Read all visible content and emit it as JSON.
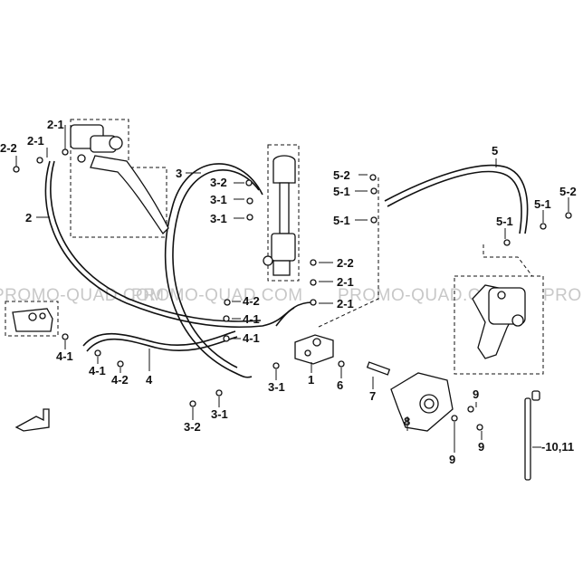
{
  "watermark": [
    "PROMO-QUAD.COM",
    "PROMO-QUAD.COM",
    "PROMO-QUAD.COM",
    "PRO"
  ],
  "callouts": {
    "c_2_1_a": "2-1",
    "c_2_2_a": "2-2",
    "c_2_1_b": "2-1",
    "c_2": "2",
    "c_3": "3",
    "c_3_2_a": "3-2",
    "c_3_1_a": "3-1",
    "c_3_1_b": "3-1",
    "c_5": "5",
    "c_5_2_a": "5-2",
    "c_5_1_a": "5-1",
    "c_5_1_b": "5-1",
    "c_5_1_c": "5-1",
    "c_5_1_d": "5-1",
    "c_5_2_b": "5-2",
    "c_2_2_b": "2-2",
    "c_2_1_c": "2-1",
    "c_2_1_d": "2-1",
    "c_4_2_a": "4-2",
    "c_4_1_a": "4-1",
    "c_4_1_b": "4-1",
    "c_4_1_c": "4-1",
    "c_4_1_d": "4-1",
    "c_4_2_b": "4-2",
    "c_4": "4",
    "c_3_1_c": "3-1",
    "c_1": "1",
    "c_6": "6",
    "c_7": "7",
    "c_3_1_d": "3-1",
    "c_3_2_b": "3-2",
    "c_9_a": "9",
    "c_9_b": "9",
    "c_9_c": "9",
    "c_8": "8",
    "c_10_11": "-10,11"
  }
}
